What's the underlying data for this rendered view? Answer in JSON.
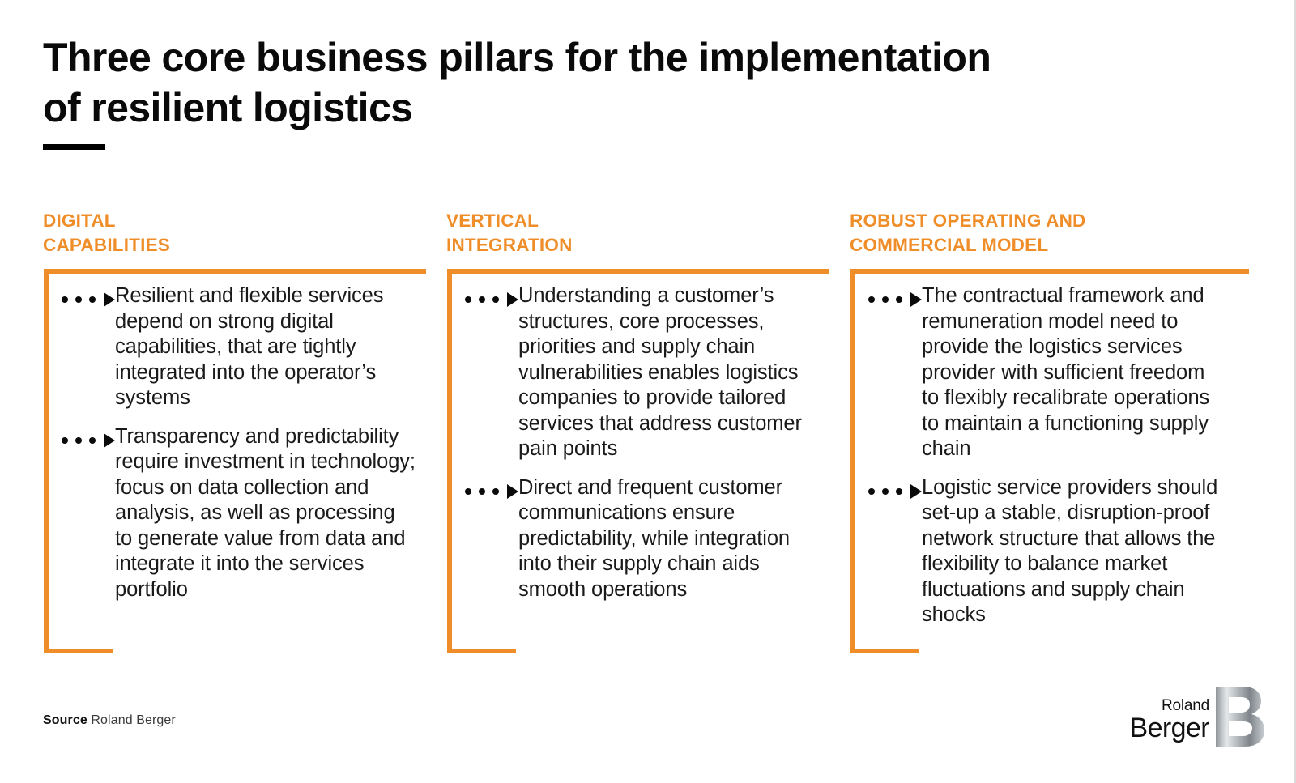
{
  "slide": {
    "title": "Three core business pillars for the implementation\nof resilient logistics",
    "accent_color": "#EF8D28",
    "text_color": "#1A1A1A",
    "background_color": "#FFFFFF"
  },
  "columns": [
    {
      "heading": "DIGITAL\nCAPABILITIES",
      "bullets": [
        "Resilient and flexible services depend on strong digital capabilities, that are tightly integrated into the operator’s systems",
        "Transparency and predictability require investment in technology; focus on data collection and analysis, as well as processing to generate value from data and integrate it into the services portfolio"
      ]
    },
    {
      "heading": "VERTICAL\nINTEGRATION",
      "bullets": [
        "Understanding a customer’s structures, core processes, priorities and supply chain vulnerabilities enables logistics companies to provide tailored services that address customer pain points",
        "Direct and frequent customer communications ensure predictability, while integration into their supply chain aids smooth operations"
      ]
    },
    {
      "heading": "ROBUST OPERATING AND\nCOMMERCIAL MODEL",
      "bullets": [
        "The contractual framework and remuneration model need to provide the logistics services provider with sufficient freedom to flexibly recalibrate operations to maintain a functioning supply chain",
        "Logistic service providers should set-up a stable, disruption-proof network structure that allows the flexibility to balance market fluctuations and supply chain shocks"
      ]
    }
  ],
  "footer": {
    "source_label": "Source",
    "source_value": "Roland Berger",
    "logo": {
      "line1": "Roland",
      "line2": "Berger",
      "mark": "B"
    }
  }
}
